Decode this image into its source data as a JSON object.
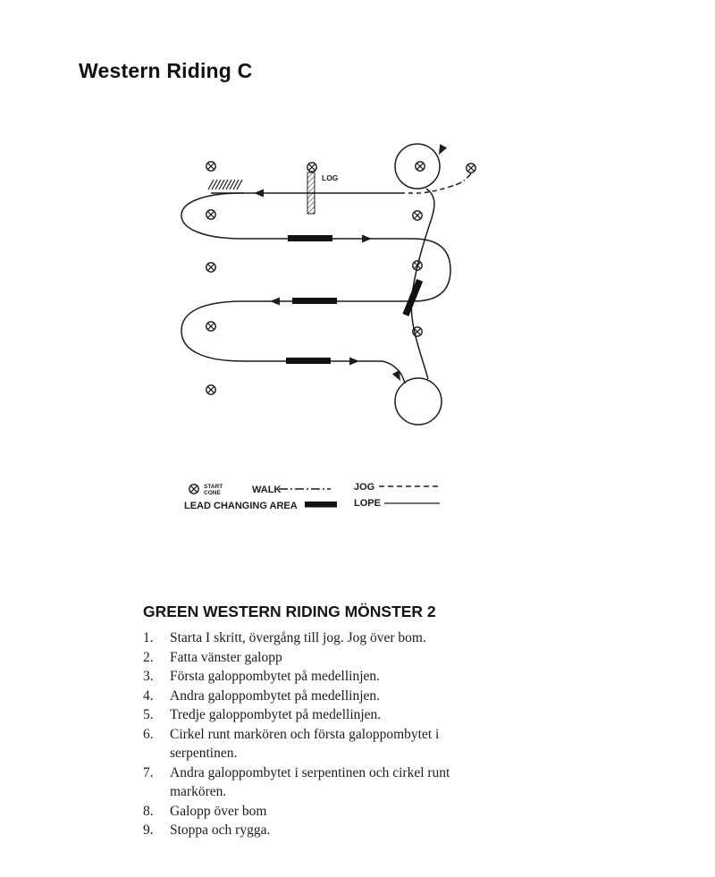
{
  "page": {
    "title": "Western Riding C"
  },
  "diagram": {
    "log_label": "LOG"
  },
  "legend": {
    "start_line1": "START",
    "start_line2": "CONE",
    "walk": "WALK",
    "jog": "JOG",
    "lead": "LEAD CHANGING AREA",
    "lope": "LOPE"
  },
  "instructions": {
    "title": "GREEN WESTERN RIDING MÖNSTER 2",
    "items": [
      {
        "num": "1.",
        "text": "Starta I skritt, övergång till jog. Jog över bom."
      },
      {
        "num": "2.",
        "text": "Fatta vänster galopp"
      },
      {
        "num": "3.",
        "text": "Första galoppombytet på medellinjen."
      },
      {
        "num": "4.",
        "text": "Andra galoppombytet på medellinjen."
      },
      {
        "num": "5.",
        "text": "Tredje galoppombytet på medellinjen."
      },
      {
        "num": "6.",
        "text": "Cirkel runt markören och första galoppombytet i serpentinen."
      },
      {
        "num": "7.",
        "text": "Andra galoppombytet i serpentinen och cirkel runt markören."
      },
      {
        "num": "8.",
        "text": "Galopp över bom"
      },
      {
        "num": "9.",
        "text": "Stoppa och rygga."
      }
    ]
  }
}
